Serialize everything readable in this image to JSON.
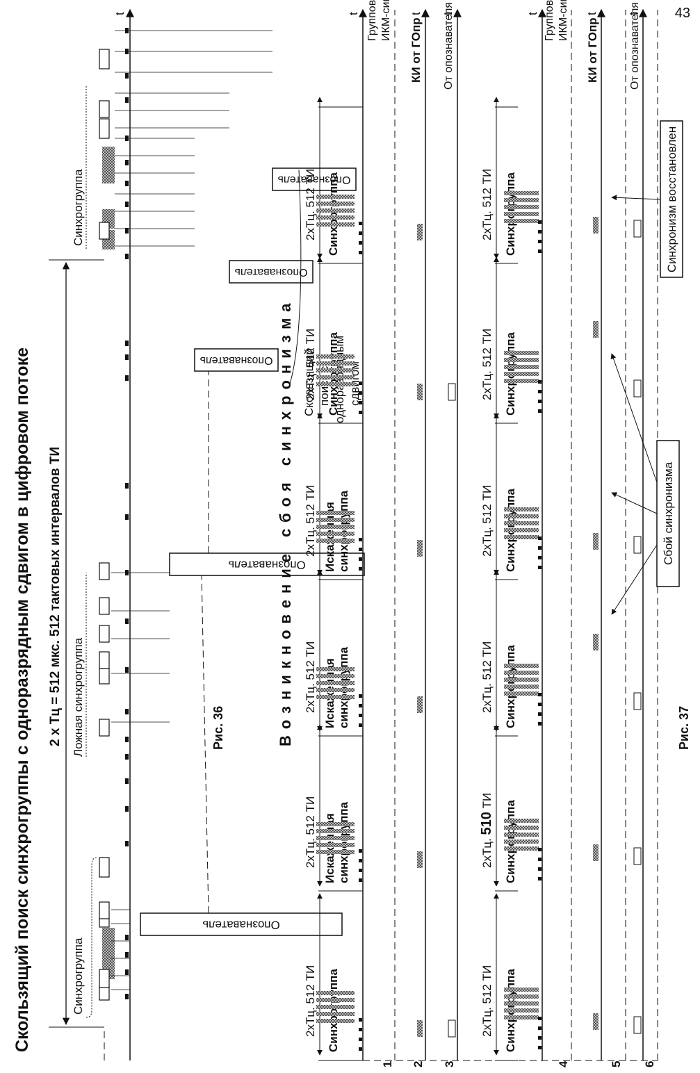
{
  "page_number": "43",
  "fig36": {
    "title": "Скользящий поиск синхрогруппы с одноразрядным сдвигом в цифровом потоке",
    "interval_label": "2 x Tц = 512 мкс.  512 тактовых интервалов ТИ",
    "sync_group": "Синхрогруппа",
    "sync_group_right": "Синхрогруппа",
    "false_sync_group": "Ложная синхрогруппа",
    "identifier": "Опознаватель",
    "sliding_search": [
      "Скользящий",
      "поиск с",
      "одноразрядным",
      "сдвигом"
    ],
    "axis_t": "t",
    "caption": "Рис. 36"
  },
  "fig37": {
    "title": "Возникновение сбоя синхронизма",
    "interval_512": "2xТц.  512 ТИ",
    "interval_510_prefix": "2xТц.",
    "interval_510_value": "510",
    "interval_510_suffix": "ТИ",
    "sync_group": "Синхрогруппа",
    "distorted": [
      "Искаженная",
      "синхрогруппа"
    ],
    "group_signal": [
      "Групповой",
      "ИКМ-сигнал"
    ],
    "ki_label": "КИ от ГОпр",
    "from_identifier": "От опознавателя",
    "sync_failure": "Сбой синхронизма",
    "sync_restored": "Синхронизм восстановлен",
    "axis_t": "t",
    "row_numbers": [
      "1",
      "2",
      "3",
      "4",
      "5",
      "6"
    ],
    "caption": "Рис. 37"
  }
}
